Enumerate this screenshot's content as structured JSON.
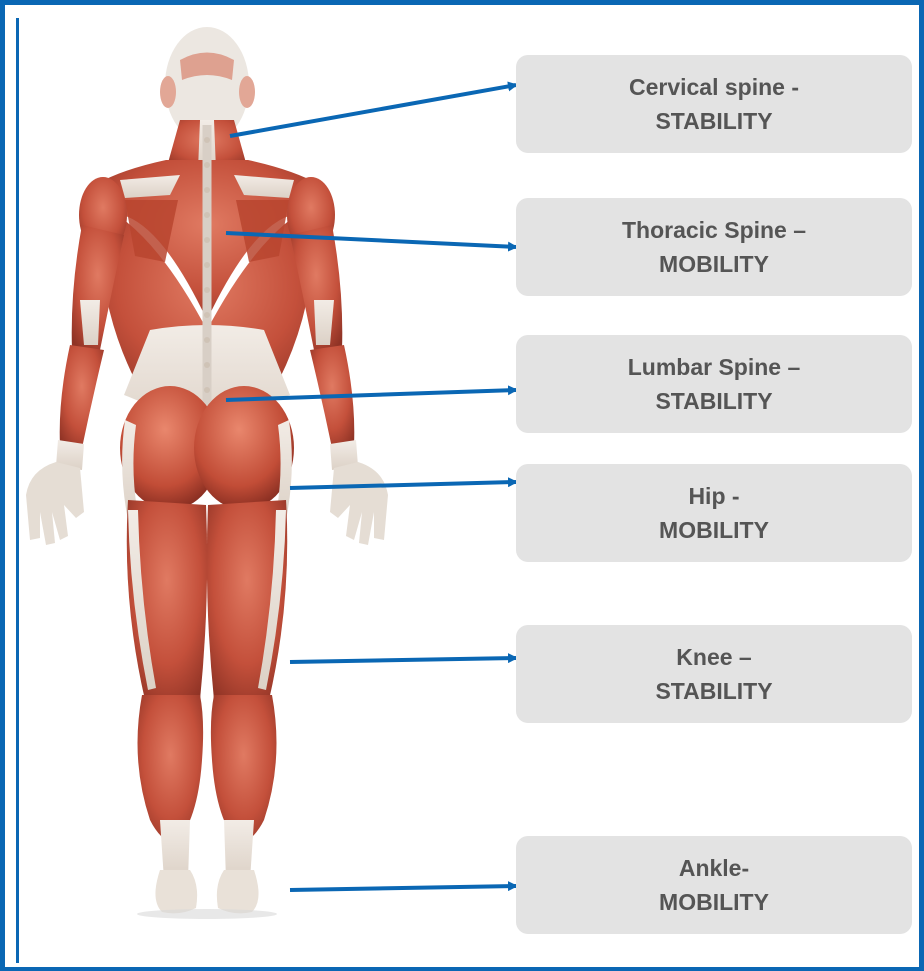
{
  "labels": [
    {
      "id": "cervical",
      "line1": "Cervical spine -",
      "line2": "STABILITY"
    },
    {
      "id": "thoracic",
      "line1": "Thoracic Spine –",
      "line2": "MOBILITY"
    },
    {
      "id": "lumbar",
      "line1": "Lumbar Spine –",
      "line2": "STABILITY"
    },
    {
      "id": "hip",
      "line1": "Hip -",
      "line2": "MOBILITY"
    },
    {
      "id": "knee",
      "line1": "Knee –",
      "line2": "STABILITY"
    },
    {
      "id": "ankle",
      "line1": "Ankle-",
      "line2": "MOBILITY"
    }
  ],
  "colors": {
    "border": "#0a67b4",
    "arrow": "#0a67b4",
    "label_bg": "#e3e3e3",
    "label_text": "#555555",
    "muscle": "#c8533f",
    "tendon": "#ece4dc"
  }
}
